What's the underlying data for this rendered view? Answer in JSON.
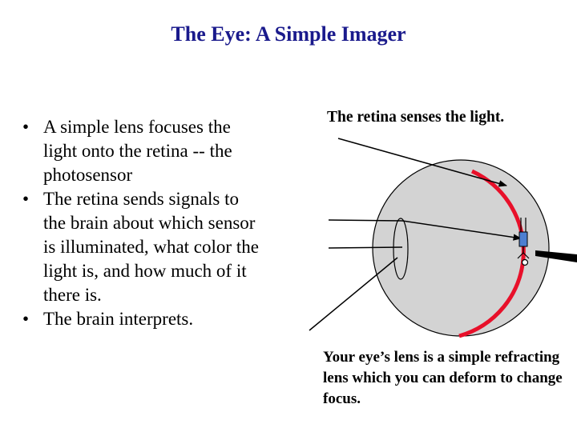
{
  "title": "The Eye: A Simple Imager",
  "bullets": [
    "A simple lens focuses the light onto the retina -- the photosensor",
    "The retina sends signals to the brain about which sensor is illuminated, what color the light is, and how much of it there is.",
    "The brain interprets."
  ],
  "bullet_glyph": "•",
  "diagram": {
    "caption_top": "The retina senses the light.",
    "caption_bottom": "Your eye’s lens is a simple refracting lens which you can deform to change focus.",
    "colors": {
      "eyeball": "#d3d3d3",
      "retina": "#e8102a",
      "sensor": "#4d7fd1",
      "nerve": "#000000"
    }
  }
}
